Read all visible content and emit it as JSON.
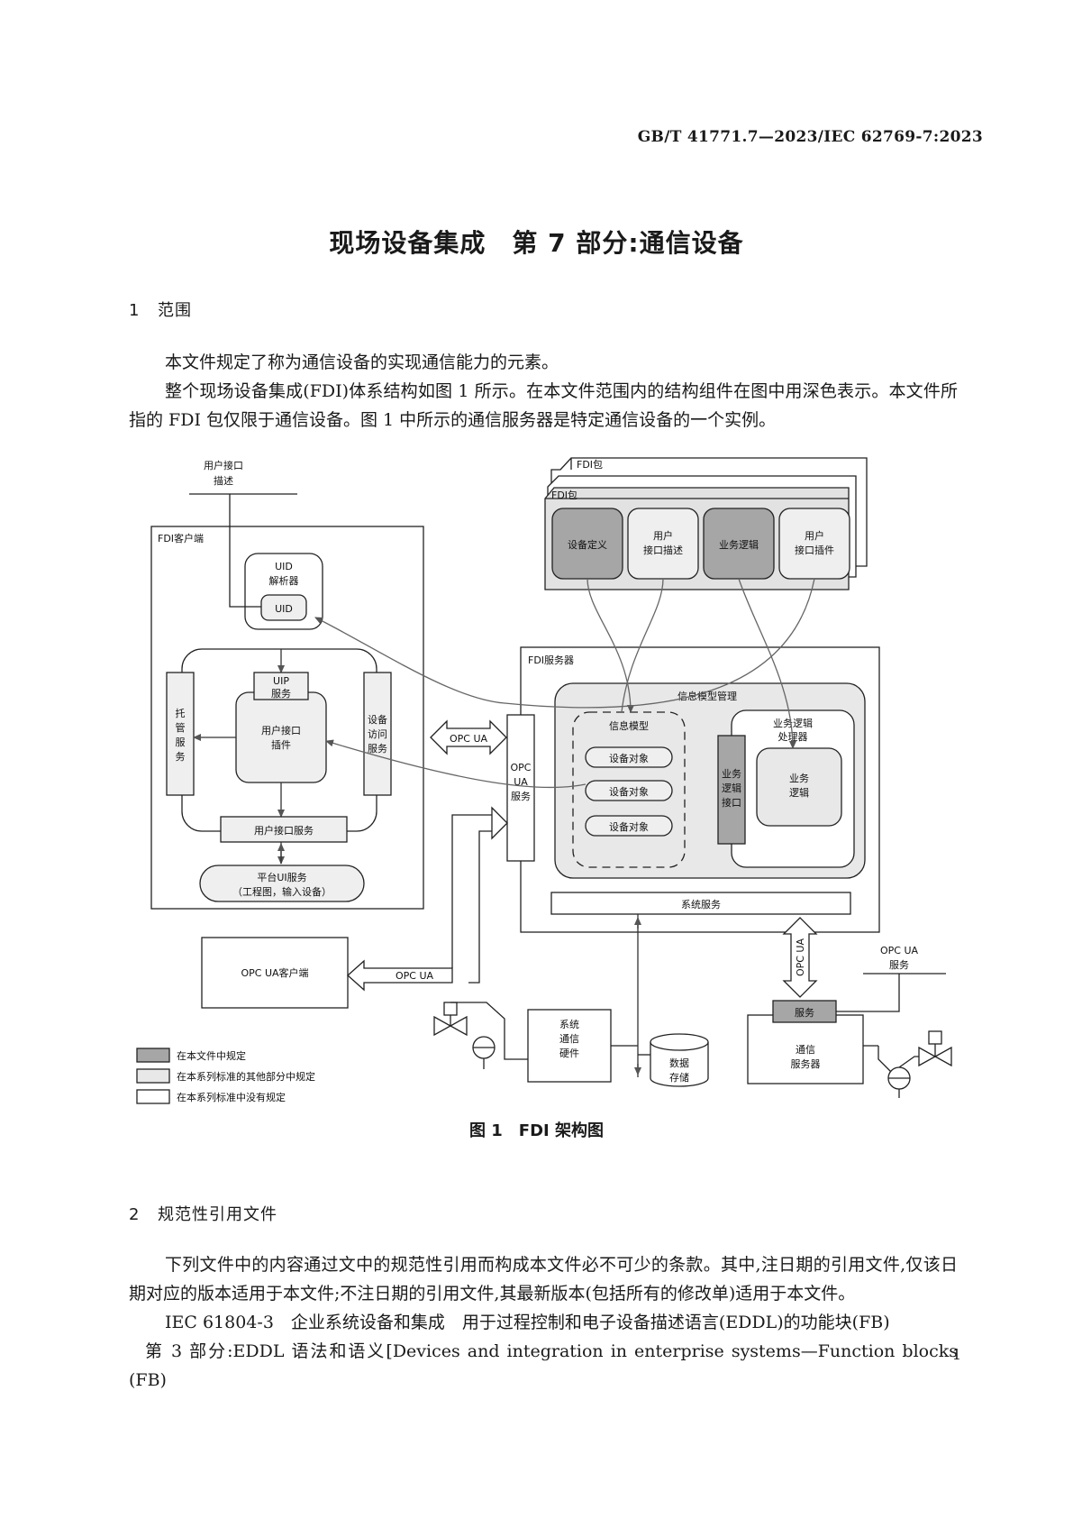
{
  "header": {
    "standard_number": "GB/T 41771.7—2023/IEC 62769-7:2023"
  },
  "title": "现场设备集成　第 7 部分:通信设备",
  "section1": {
    "number": "1",
    "heading": "范围",
    "paragraphs": [
      "本文件规定了称为通信设备的实现通信能力的元素。",
      "整个现场设备集成(FDI)体系结构如图 1 所示。在本文件范围内的结构组件在图中用深色表示。本文件所指的 FDI 包仅限于通信设备。图 1 中所示的通信服务器是特定通信设备的一个实例。"
    ]
  },
  "diagram": {
    "uid_description": [
      "用户接口",
      "描述"
    ],
    "fdi_package_back": "FDI包",
    "fdi_package_front": "FDI包",
    "device_definition": "设备定义",
    "user_interface_description": [
      "用户",
      "接口描述"
    ],
    "business_logic": "业务逻辑",
    "user_interface_plugin_pkg": [
      "用户",
      "接口插件"
    ],
    "fdi_client": "FDI客户端",
    "uid_parser": [
      "UID",
      "解析器"
    ],
    "uid": "UID",
    "hosting_services": [
      "托",
      "管",
      "服",
      "务"
    ],
    "uip_services": [
      "UIP",
      "服务"
    ],
    "user_interface_plugin": [
      "用户接口",
      "插件"
    ],
    "device_access_services": [
      "设备",
      "访问",
      "服务"
    ],
    "user_interface_services": "用户接口服务",
    "platform_ui_services": [
      "平台UI服务",
      "（工程图，输入设备）"
    ],
    "opc_ua_arrow": "OPC UA",
    "fdi_server": "FDI服务器",
    "opc_ua_services": [
      "OPC",
      "UA",
      "服务"
    ],
    "information_model_management": "信息模型管理",
    "information_model": "信息模型",
    "device_objects": [
      "设备对象",
      "设备对象",
      "设备对象"
    ],
    "business_logic_interface": [
      "业务",
      "逻辑",
      "接口"
    ],
    "business_logic_processor": [
      "业务逻辑",
      "处理器"
    ],
    "business_logic_inner": [
      "业务",
      "逻辑"
    ],
    "system_services": "系统服务",
    "opc_ua_vertical": "OPC UA",
    "opc_ua_client": "OPC UA客户端",
    "opc_ua_bottom": "OPC UA",
    "system_comm_hardware": [
      "系统",
      "通信",
      "硬件"
    ],
    "data_storage": [
      "数据",
      "存储"
    ],
    "services": "服务",
    "comm_server": [
      "通信",
      "服务器"
    ],
    "opc_ua_services_label": [
      "OPC UA",
      "服务"
    ],
    "legend": [
      "在本文件中规定",
      "在本系列标准的其他部分中规定",
      "在本系列标准中没有规定"
    ],
    "colors": {
      "dark": "#a6a6a6",
      "light": "#e8e8e8",
      "none": "#ffffff",
      "stroke": "#222222"
    }
  },
  "figure_caption": "图 1　FDI 架构图",
  "section2": {
    "number": "2",
    "heading": "规范性引用文件",
    "paragraphs": [
      "下列文件中的内容通过文中的规范性引用而构成本文件必不可少的条款。其中,注日期的引用文件,仅该日期对应的版本适用于本文件;不注日期的引用文件,其最新版本(包括所有的修改单)适用于本文件。",
      "IEC 61804-3　企业系统设备和集成　用于过程控制和电子设备描述语言(EDDL)的功能块(FB)",
      "第 3 部分:EDDL 语法和语义[Devices and integration in enterprise systems—Function blocks (FB)"
    ]
  },
  "page_number": "1"
}
